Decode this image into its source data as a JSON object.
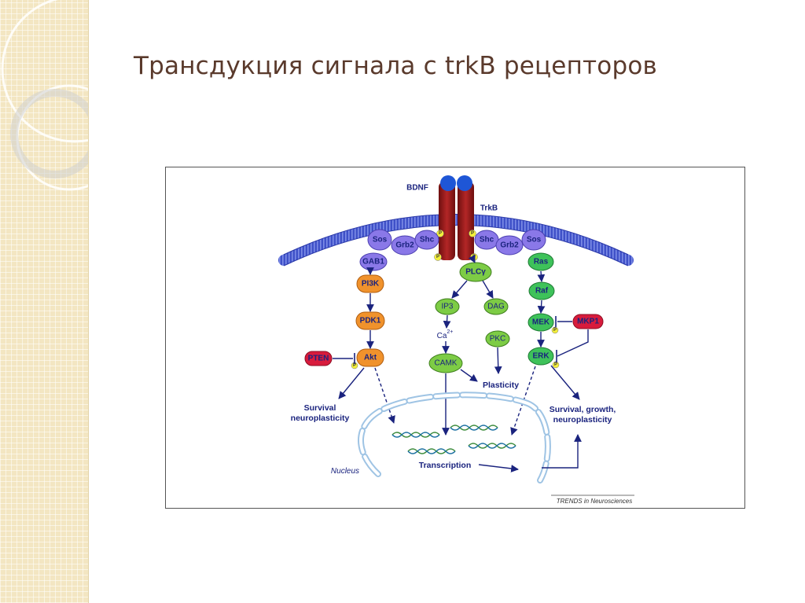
{
  "slide": {
    "title": "Трансдукция сигнала с trkB рецепторов"
  },
  "diagram": {
    "ligand": "BDNF",
    "receptor": "TrkB",
    "phospho": "P",
    "left_branch": [
      "Sos",
      "Grb2",
      "Shc",
      "GAB1",
      "PI3K",
      "PDK1",
      "Akt",
      "PTEN"
    ],
    "center_branch": [
      "PLCγ",
      "IP3",
      "DAG",
      "PKC",
      "CAMK"
    ],
    "calcium": "Ca",
    "calcium_sup": "2+",
    "right_branch": [
      "Shc",
      "Grb2",
      "Sos",
      "Ras",
      "Raf",
      "MEK",
      "MKP1",
      "ERK"
    ],
    "outcomes": {
      "left_line1": "Survival",
      "left_line2": "neuroplasticity",
      "center": "Plasticity",
      "right_line1": "Survival, growth,",
      "right_line2": "neuroplasticity"
    },
    "nucleus_label": "Nucleus",
    "transcription_label": "Transcription",
    "credit": "TRENDS in Neurosciences",
    "colors": {
      "receptor": "#9b1b1b",
      "ligand": "#1e56d6",
      "membrane": "#3f51c8",
      "adaptor": "#8a78e8",
      "pi3k_path": "#f0922c",
      "plc_path": "#7dcc45",
      "ras_path": "#3ec25a",
      "inhibitor": "#d81b3c",
      "phospho": "#f3ef3b",
      "nucleus": "#9fc4e4",
      "text": "#1a237e"
    }
  }
}
